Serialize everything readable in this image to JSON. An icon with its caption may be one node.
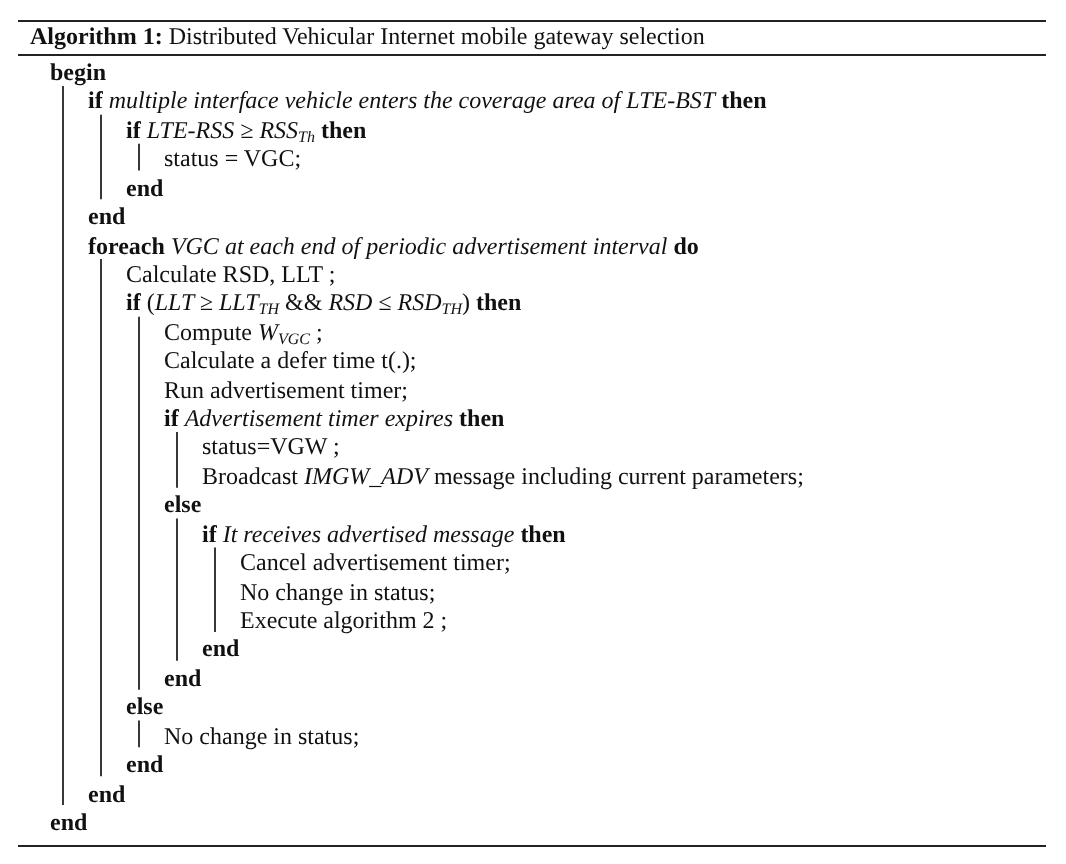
{
  "diagram": {
    "title": "**Algorithm 1:** Distributed Vehicular Internet mobile gateway selection",
    "labels": [
      "**begin**",
      "**if** *multiple interface vehicle enters the coverage area of LTE-BST* **then**",
      "**if** *LTE-RSS ≥ RSS*$_{Th}$ **then**",
      "status = VGC;",
      "**end**",
      "**end**",
      "**foreach** *VGC at each end of periodic advertisement interval* **do**",
      "Calculate RSD, LLT ;",
      "**if** (*LLT ≥ LLT*$_{TH}$ && *RSD ≤ RSD*$_{TH}$) **then**",
      "Compute *W*$_{VGC}$ ;",
      "Calculate a defer time t(.);",
      "Run advertisement timer;",
      "**if** *Advertisement timer expires* **then**",
      "status=VGW ;",
      "Broadcast *IMGW_ADV* message including current parameters;",
      "**else**",
      "**if** *It receives advertised message* **then**",
      "Cancel advertisement timer;",
      "No change in status;",
      "Execute algorithm 2 ;",
      "**end**",
      "**end**",
      "**else**",
      "No change in status;",
      "**end**",
      "**end**",
      "**end**"
    ]
  }
}
